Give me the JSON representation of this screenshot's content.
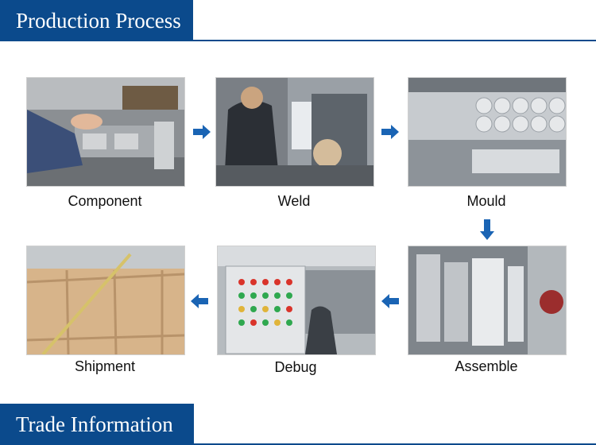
{
  "headers": {
    "top": "Production Process",
    "bottom": "Trade Information"
  },
  "steps": {
    "component": "Component",
    "weld": "Weld",
    "mould": "Mould",
    "assemble": "Assemble",
    "debug": "Debug",
    "shipment": "Shipment"
  },
  "colors": {
    "accent": "#0b4a8c",
    "arrow": "#1a64b4"
  }
}
